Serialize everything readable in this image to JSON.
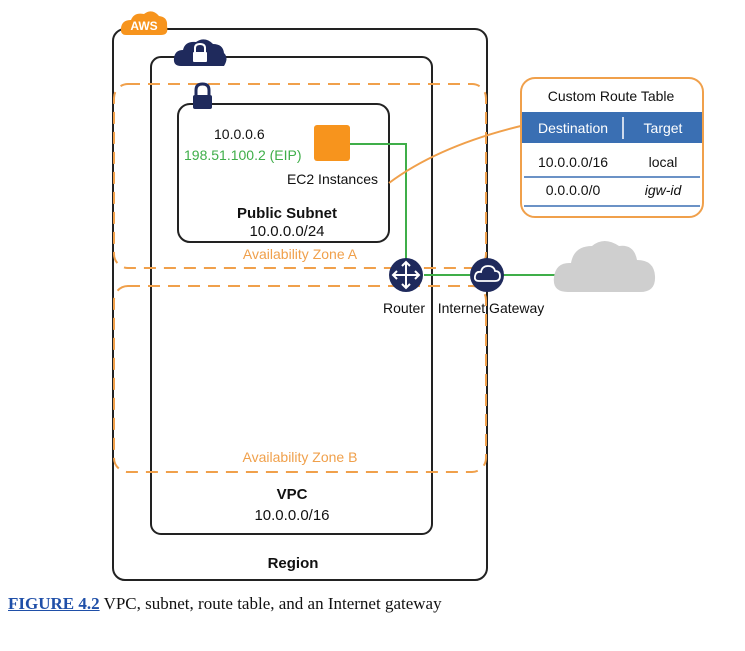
{
  "aws_badge": "AWS",
  "region_label": "Region",
  "vpc": {
    "label": "VPC",
    "cidr": "10.0.0.0/16"
  },
  "availability_zones": [
    "Availability Zone A",
    "Availability Zone B"
  ],
  "subnet": {
    "label": "Public Subnet",
    "cidr": "10.0.0.0/24"
  },
  "instance": {
    "private_ip": "10.0.0.6",
    "elastic_ip": "198.51.100.2 (EIP)",
    "label": "EC2 Instances"
  },
  "router_label": "Router",
  "gateway_label": "Internet Gateway",
  "route_table": {
    "title": "Custom Route Table",
    "columns": [
      "Destination",
      "Target"
    ],
    "rows": [
      {
        "destination": "10.0.0.0/16",
        "target": "local"
      },
      {
        "destination": "0.0.0.0/0",
        "target": "igw-id"
      }
    ]
  },
  "caption": {
    "figure": "FIGURE 4.2",
    "text": "VPC, subnet, route table, and an Internet gateway"
  },
  "colors": {
    "aws_orange": "#f7941d",
    "ec2_orange": "#f7941d",
    "eip_green": "#3fae49",
    "link_green": "#3fae49",
    "zone_orange": "#f0a04b",
    "navy": "#1f2a5c",
    "table_header_blue": "#3a6fb3",
    "cloud_gray": "#cfcfcf"
  },
  "icons": [
    "lock-icon",
    "cloud-lock-icon",
    "router-icon",
    "internet-gateway-icon",
    "internet-cloud-icon"
  ]
}
